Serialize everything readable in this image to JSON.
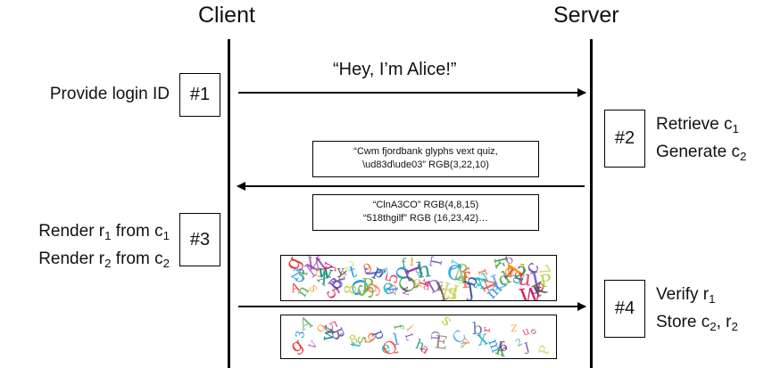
{
  "headers": {
    "client": "Client",
    "server": "Server"
  },
  "steps": {
    "s1": {
      "tag": "#1",
      "lines": [
        "Provide login ID"
      ]
    },
    "s2": {
      "tag": "#2",
      "lines": [
        "Retrieve c<sub>1</sub>",
        "Generate c<sub>2</sub>"
      ]
    },
    "s3": {
      "tag": "#3",
      "lines": [
        "Render r<sub>1</sub> from c<sub>1</sub>",
        "Render r<sub>2</sub> from c<sub>2</sub>"
      ]
    },
    "s4": {
      "tag": "#4",
      "lines": [
        "Verify r<sub>1</sub>",
        "Store c<sub>2</sub>, r<sub>2</sub>"
      ]
    }
  },
  "messages": {
    "hey": "“Hey, I’m Alice!”",
    "c1_line1": "“Cwm fjordbank glyphs vext quiz,",
    "c1_line2": "\\ud83d\\ude03” RGB(3,22,10)",
    "c2_line1": "“ClnA3CO” RGB(4,8,15)",
    "c2_line2": "“518thgilf” RGB (16,23,42)…"
  },
  "renders": {
    "r1_glyphs": [
      "A",
      "z",
      "n",
      "M",
      "s",
      "X",
      "y",
      "b",
      "t",
      "2",
      "G",
      "P",
      "9",
      "j",
      "E",
      "5",
      "o",
      "Q",
      "w",
      "R",
      "8",
      "k",
      "T",
      "1",
      "H",
      "v",
      "3",
      "f",
      "J",
      "z",
      "4",
      "L",
      "d",
      "Y",
      "6",
      "g",
      "W",
      "c",
      "K",
      "7"
    ],
    "r2_glyphs": [
      "g",
      "3",
      "A",
      "V",
      "O",
      "w",
      "5",
      "B",
      "y",
      "8",
      "t",
      "S",
      "9",
      "p",
      "e",
      "Q",
      "l",
      "f",
      "L",
      "i",
      "h",
      "a",
      "D",
      "E",
      "s",
      "C",
      "4",
      "v",
      "b",
      "X",
      "r",
      "m",
      "k",
      "6",
      "Z",
      "2",
      "u",
      "J",
      "o",
      "P"
    ],
    "colors": [
      "#e53935",
      "#1e88e5",
      "#43a047",
      "#8e24aa",
      "#fb8c00",
      "#00897b",
      "#d81b60",
      "#5e35b1",
      "#6d4c41",
      "#c0ca33",
      "#039be5",
      "#7cb342",
      "#f4511e",
      "#3949ab",
      "#00acc1"
    ]
  }
}
